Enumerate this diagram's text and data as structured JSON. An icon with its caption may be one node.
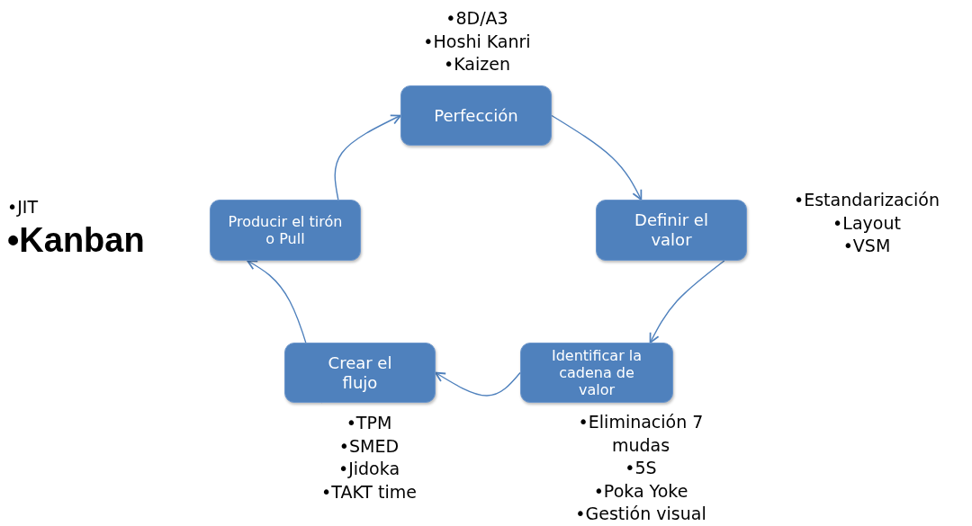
{
  "diagram": {
    "nodes": [
      {
        "text": [
          "Perfección"
        ],
        "beside": [
          "•8D/A3",
          "•Hoshi Kanri",
          "•Kaizen"
        ]
      },
      {
        "text": [
          "Definir el valor"
        ],
        "beside": [
          "•Estandarización",
          "•Layout",
          "•VSM"
        ]
      },
      {
        "text": [
          "Identificar la cadena de valor"
        ],
        "beside": [
          "•Eliminación 7 mudas",
          "•5S",
          "•Poka Yoke",
          "•Gestión visual"
        ]
      },
      {
        "text": [
          "Crear el flujo"
        ],
        "beside": [
          "•TPM",
          "•SMED",
          "•Jidoka",
          "•TAKT time"
        ]
      },
      {
        "text": [
          "Producir el tirón o Pull"
        ],
        "beside": [
          "•JIT",
          "•Kanban"
        ]
      }
    ],
    "edges": [
      {
        "from": 0,
        "to": 1,
        "arrow": "to"
      },
      {
        "from": 1,
        "to": 2,
        "arrow": "to"
      },
      {
        "from": 2,
        "to": 3,
        "arrow": "to"
      },
      {
        "from": 3,
        "to": 4,
        "arrow": "to"
      },
      {
        "from": 4,
        "to": 0,
        "arrow": "to"
      }
    ]
  }
}
